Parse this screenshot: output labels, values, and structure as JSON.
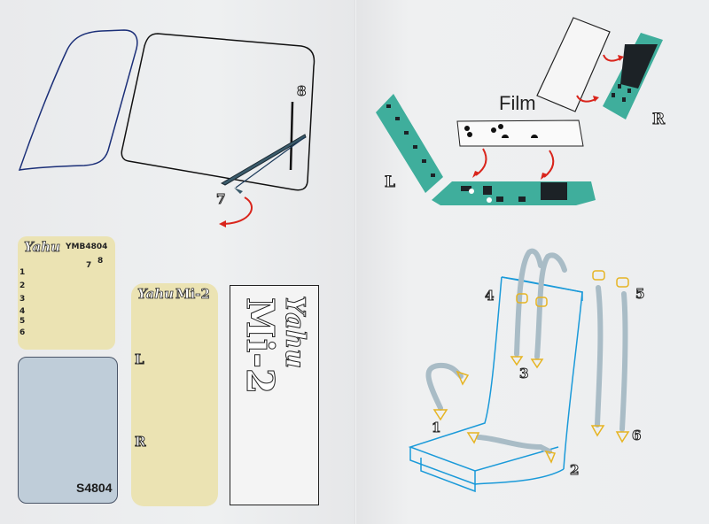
{
  "document": {
    "type": "model kit instruction sheet (photo)",
    "colors": {
      "paper": "#eceef0",
      "pe_fret_yellow": "#ebe3b3",
      "mask_fret_blue": "#bfcdd9",
      "panel_teal": "#3fae9c",
      "arrow_red": "#d9251c",
      "seat_outline": "#1a9ad9",
      "belt_grey": "#a9bcc6",
      "buckle_yellow": "#e6b422",
      "line_dark": "#1f2a44"
    }
  },
  "left_page": {
    "windows": {
      "part_labels": {
        "wiper_arm": "7",
        "wiper_blade": "8"
      }
    },
    "pe_fret": {
      "brand": "Yahu",
      "code": "YMB4804",
      "row_numbers": [
        "1",
        "2",
        "3",
        "4",
        "5",
        "6"
      ],
      "side_labels": [
        "7",
        "8"
      ]
    },
    "mask_fret": {
      "code": "S4804"
    },
    "panel_fret": {
      "brand": "Yahu",
      "model": "Mi-2",
      "labels": {
        "left": "L",
        "right": "R"
      }
    },
    "film_sheet": {
      "brand": "Yahu",
      "model": "Mi-2"
    }
  },
  "right_page": {
    "panels": {
      "film_label": "Film",
      "left_label": "L",
      "right_label": "R"
    },
    "seat_belts": {
      "part_labels": [
        "1",
        "2",
        "3",
        "4",
        "5",
        "6"
      ]
    }
  }
}
